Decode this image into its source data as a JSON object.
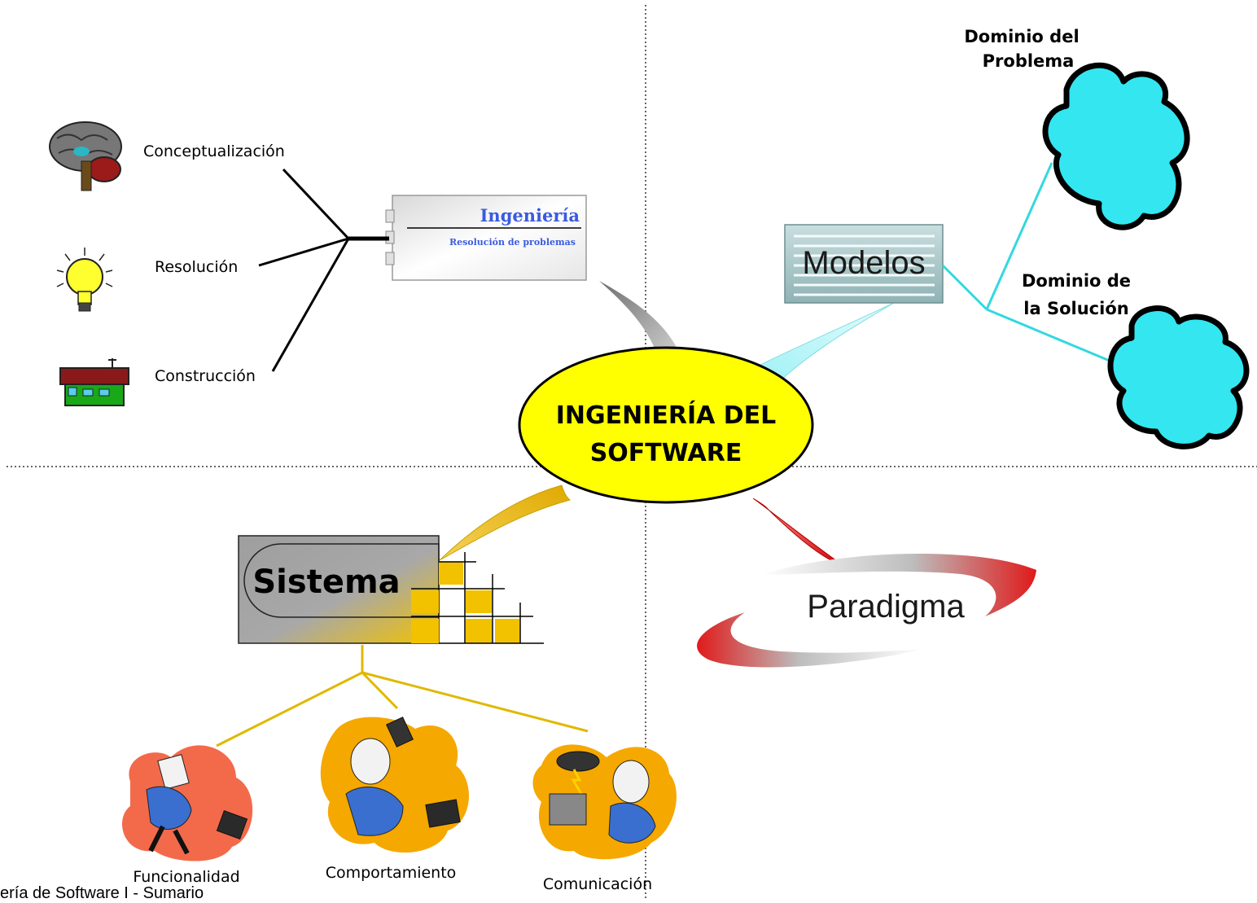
{
  "center": {
    "line1": "INGENIERÍA DEL",
    "line2": "SOFTWARE"
  },
  "ingenieria": {
    "title": "Ingeniería",
    "subtitle": "Resolución de problemas",
    "branches": [
      "Conceptualización",
      "Resolución",
      "Construcción"
    ]
  },
  "modelos": {
    "title": "Modelos",
    "domain_problem": [
      "Dominio del",
      "Problema"
    ],
    "domain_solution": [
      "Dominio de",
      "la Solución"
    ]
  },
  "sistema": {
    "title": "Sistema",
    "aspects": [
      "Funcionalidad",
      "Comportamiento",
      "Comunicación"
    ]
  },
  "paradigma": {
    "title": "Paradigma"
  },
  "footer": {
    "text": "ería de Software I - Sumario"
  },
  "colors": {
    "center_fill": "#ffff00",
    "cloud_fill": "#33e6f0",
    "sistema_accent": "#f2c200",
    "paradigma_red": "#e01a1a",
    "ingenieria_blue": "#3a5be0",
    "gray_ribbon": "#9a9a9a"
  }
}
